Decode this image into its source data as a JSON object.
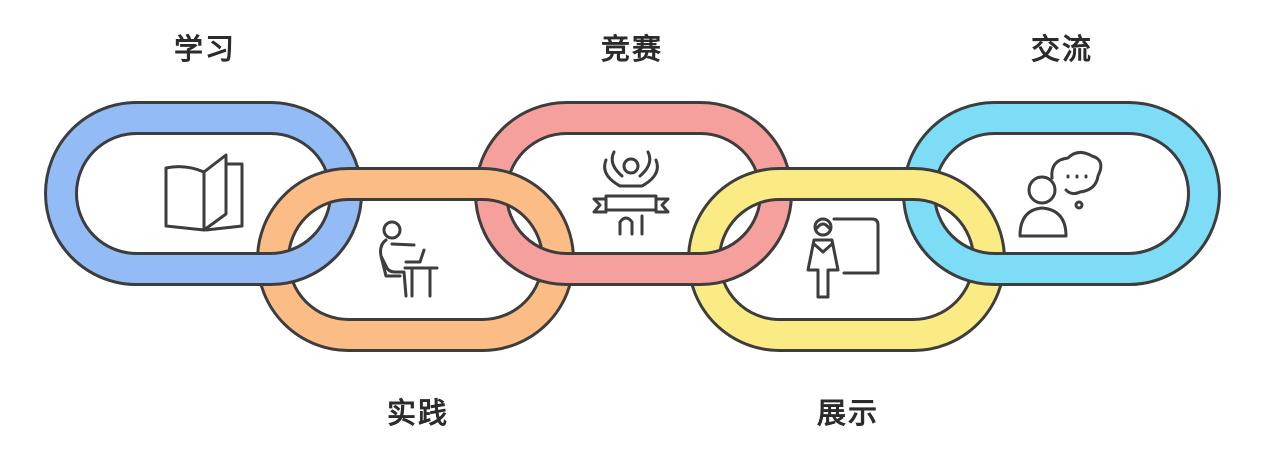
{
  "links": [
    {
      "label": "学习",
      "icon": "open-book-icon",
      "color": "#93BBF5",
      "position": "top"
    },
    {
      "label": "实践",
      "icon": "student-at-desk-icon",
      "color": "#FBBD85",
      "position": "bottom"
    },
    {
      "label": "竞赛",
      "icon": "winner-with-banner-icon",
      "color": "#F6A09E",
      "position": "top"
    },
    {
      "label": "展示",
      "icon": "presenter-with-board-icon",
      "color": "#FBEB84",
      "position": "bottom"
    },
    {
      "label": "交流",
      "icon": "person-thought-bubble-icon",
      "color": "#7DDDF7",
      "position": "top"
    }
  ],
  "outline_color": "#3D3D3D"
}
